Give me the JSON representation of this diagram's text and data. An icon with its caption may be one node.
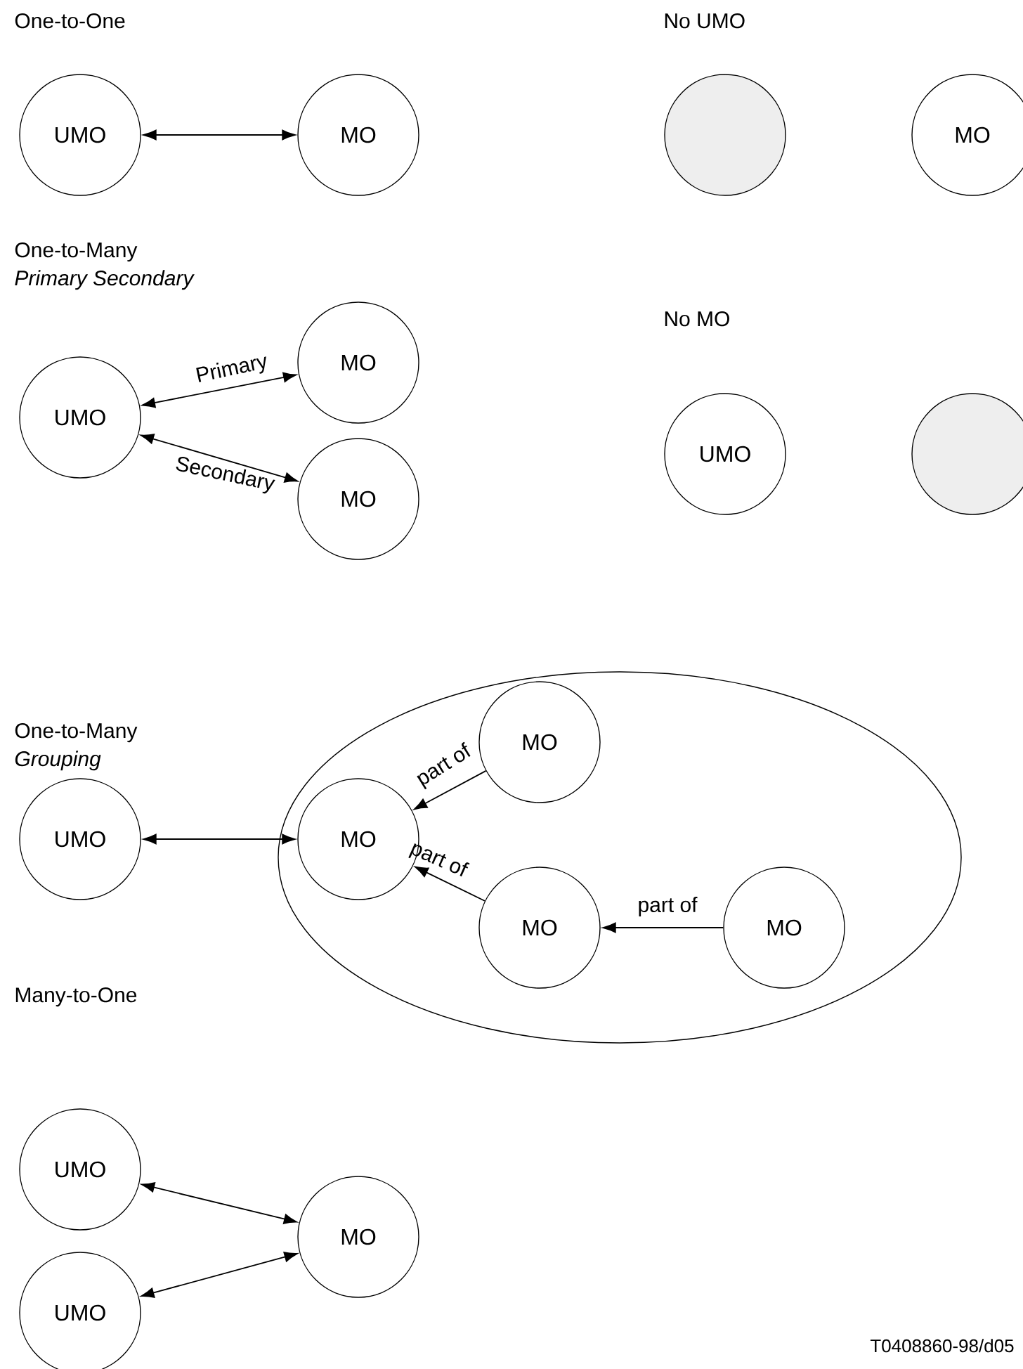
{
  "diagram": {
    "nodes": [
      {
        "text": [
          "UMO"
        ]
      },
      {
        "text": [
          "MO"
        ]
      },
      {
        "text": [
          "UMO"
        ]
      },
      {
        "text": [
          "MO"
        ]
      },
      {
        "text": [
          "MO"
        ]
      },
      {
        "text": [
          "UMO"
        ]
      },
      {
        "text": [],
        "shape": "ellipse"
      },
      {
        "text": [
          "MO"
        ],
        "in": 6
      },
      {
        "text": [
          "MO"
        ],
        "in": 6
      },
      {
        "text": [
          "MO"
        ],
        "in": 6
      },
      {
        "text": [
          "MO"
        ],
        "in": 6
      },
      {
        "text": [
          "UMO"
        ]
      },
      {
        "text": [
          "MO"
        ]
      },
      {
        "text": [
          "UMO"
        ]
      },
      {
        "text": [],
        "shape": "circle"
      },
      {
        "text": [
          "MO"
        ]
      },
      {
        "text": [
          "UMO"
        ]
      },
      {
        "text": [],
        "shape": "circle"
      }
    ],
    "edges": [
      {
        "from": 0,
        "to": 1,
        "arrow": "both"
      },
      {
        "from": 2,
        "to": 3,
        "arrow": "both",
        "label": "Primary"
      },
      {
        "from": 2,
        "to": 4,
        "arrow": "both",
        "label": "Secondary"
      },
      {
        "from": 5,
        "to": 7,
        "arrow": "both"
      },
      {
        "from": 8,
        "to": 7,
        "arrow": "to",
        "label": "part of"
      },
      {
        "from": 9,
        "to": 7,
        "arrow": "to",
        "label": "part of"
      },
      {
        "from": 10,
        "to": 9,
        "arrow": "to",
        "label": "part of"
      },
      {
        "from": 12,
        "to": 11,
        "arrow": "both"
      },
      {
        "from": 12,
        "to": 13,
        "arrow": "both"
      }
    ],
    "labels": [
      "One-to-One",
      "No UMO",
      "One-to-Many",
      "Primary Secondary",
      "No MO",
      "One-to-Many",
      "Grouping",
      "Many-to-One",
      "T0408860-98/d05"
    ]
  }
}
